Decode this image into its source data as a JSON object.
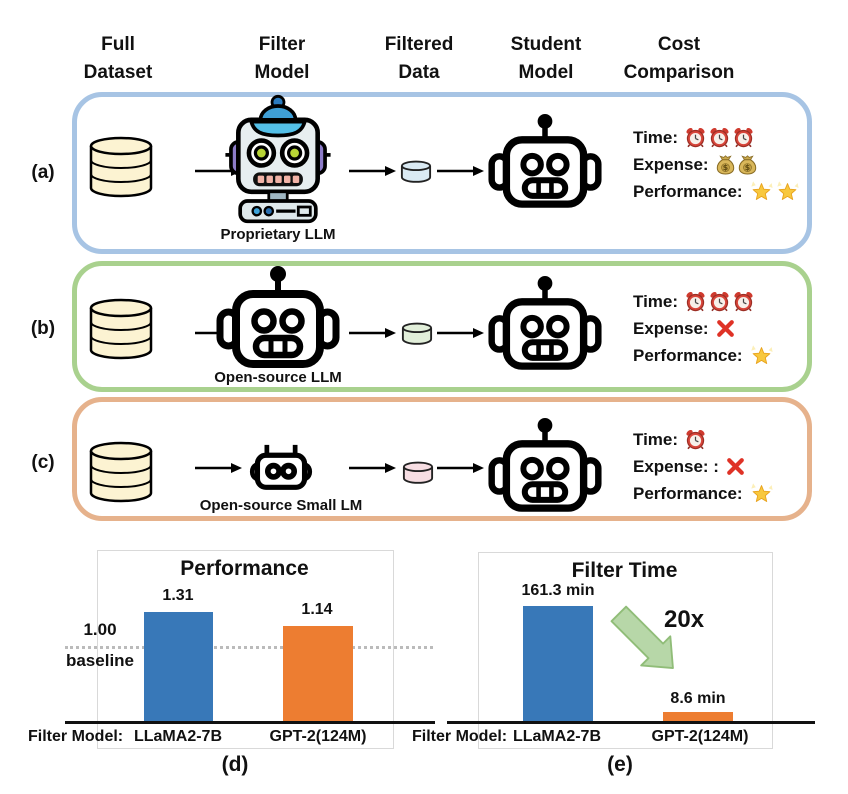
{
  "headers": [
    {
      "line1": "Full",
      "line2": "Dataset"
    },
    {
      "line1": "Filter",
      "line2": "Model"
    },
    {
      "line1": "Filtered",
      "line2": "Data"
    },
    {
      "line1": "Student",
      "line2": "Model"
    },
    {
      "line1": "Cost",
      "line2": "Comparison"
    }
  ],
  "rows": [
    {
      "tag": "(a)",
      "border_color": "#a7c4e4",
      "filter_model_label": "Proprietary LLM",
      "filter_model_icon": "proprietary-robot-icon",
      "filtered_data_color": "#daeaf3",
      "cost_lines": [
        {
          "label": "Time:",
          "icons": [
            "alarm-clock",
            "alarm-clock",
            "alarm-clock"
          ]
        },
        {
          "label": "Expense:",
          "icons": [
            "money-bag",
            "money-bag"
          ]
        },
        {
          "label": "Performance:",
          "icons": [
            "glowing-star",
            "glowing-star"
          ]
        }
      ]
    },
    {
      "tag": "(b)",
      "border_color": "#a9d18e",
      "filter_model_label": "Open-source LLM",
      "filter_model_icon": "robot-head-icon",
      "filtered_data_color": "#e2efda",
      "cost_lines": [
        {
          "label": "Time:",
          "icons": [
            "alarm-clock",
            "alarm-clock",
            "alarm-clock"
          ]
        },
        {
          "label": "Expense:",
          "icons": [
            "red-x"
          ]
        },
        {
          "label": "Performance:",
          "icons": [
            "glowing-star"
          ]
        }
      ]
    },
    {
      "tag": "(c)",
      "border_color": "#e6b28c",
      "filter_model_label": "Open-source Small LM",
      "filter_model_icon": "small-robot-icon",
      "filtered_data_color": "#f7dee3",
      "cost_lines": [
        {
          "label": "Time:",
          "icons": [
            "alarm-clock"
          ]
        },
        {
          "label": "Expense: :",
          "icons": [
            "red-x"
          ]
        },
        {
          "label": "Performance:",
          "icons": [
            "glowing-star"
          ]
        }
      ]
    }
  ],
  "chart_data": [
    {
      "type": "bar",
      "title": "Performance",
      "categories": [
        "LLaMA2-7B",
        "GPT-2(124M)"
      ],
      "values": [
        1.31,
        1.14
      ],
      "value_labels": [
        "1.31",
        "1.14"
      ],
      "bar_colors": [
        "#3878b8",
        "#ed7d31"
      ],
      "baseline": {
        "value": 1.0,
        "label_value": "1.00",
        "label_text": "baseline"
      },
      "xlabel": "Filter Model:",
      "caption": "(d)",
      "ylim": [
        0,
        1.55
      ],
      "grid": false,
      "legend": "none"
    },
    {
      "type": "bar",
      "title": "Filter Time",
      "categories": [
        "LLaMA2-7B",
        "GPT-2(124M)"
      ],
      "values": [
        161.3,
        8.6
      ],
      "value_labels": [
        "161.3 min",
        "8.6 min"
      ],
      "bar_colors": [
        "#3878b8",
        "#ed7d31"
      ],
      "annotation": {
        "text": "20x",
        "icon": "speedup-arrow-icon"
      },
      "xlabel": "Filter Model:",
      "caption": "(e)",
      "ylim": [
        0,
        210
      ],
      "grid": false,
      "legend": "none"
    }
  ]
}
